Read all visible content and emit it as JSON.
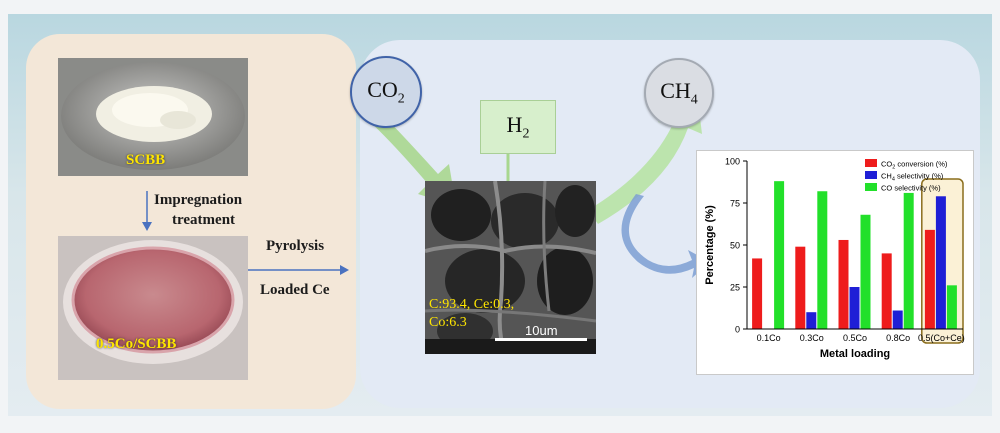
{
  "labels": {
    "scbb": "SCBB",
    "impregnation_line1": "Impregnation",
    "impregnation_line2": "treatment",
    "pyrolysis": "Pyrolysis",
    "loaded_ce": "Loaded Ce",
    "co_scbb": "0.5Co/SCBB",
    "co2_main": "CO",
    "co2_sub": "2",
    "h2_main": "H",
    "h2_sub": "2",
    "ch4_main": "CH",
    "ch4_sub": "4",
    "sem_composition_line1": "C:93.4, Ce:0.3,",
    "sem_composition_line2": "Co:6.3",
    "sem_scale": "10um"
  },
  "colors": {
    "co2_conversion": "#ee1c1c",
    "ch4_selectivity": "#1f1fd6",
    "co_selectivity": "#22e02a",
    "highlight": "#8a6d1c",
    "arrow_green": "#a8d78f",
    "arrow_blue": "#7d9fd2"
  },
  "chart_data": {
    "type": "bar",
    "categories": [
      "0.1Co",
      "0.3Co",
      "0.5Co",
      "0.8Co",
      "0.5(Co+Ce)"
    ],
    "series": [
      {
        "name_main": "CO",
        "name_sub": "2",
        "name_rest": " conversion (%)",
        "color_key": "co2_conversion",
        "values": [
          42,
          49,
          53,
          45,
          59
        ]
      },
      {
        "name_main": "CH",
        "name_sub": "4",
        "name_rest": " selectivity (%)",
        "color_key": "ch4_selectivity",
        "values": [
          0,
          10,
          25,
          11,
          79
        ]
      },
      {
        "name_main": "CO selectivity (%)",
        "name_sub": "",
        "name_rest": "",
        "color_key": "co_selectivity",
        "values": [
          88,
          82,
          68,
          81,
          26
        ]
      }
    ],
    "xlabel": "Metal loading",
    "ylabel": "Percentage (%)",
    "ylim": [
      0,
      100
    ],
    "yticks": [
      0,
      25,
      50,
      75,
      100
    ],
    "highlighted_category": "0.5(Co+Ce)",
    "legend_position": "top-right"
  }
}
